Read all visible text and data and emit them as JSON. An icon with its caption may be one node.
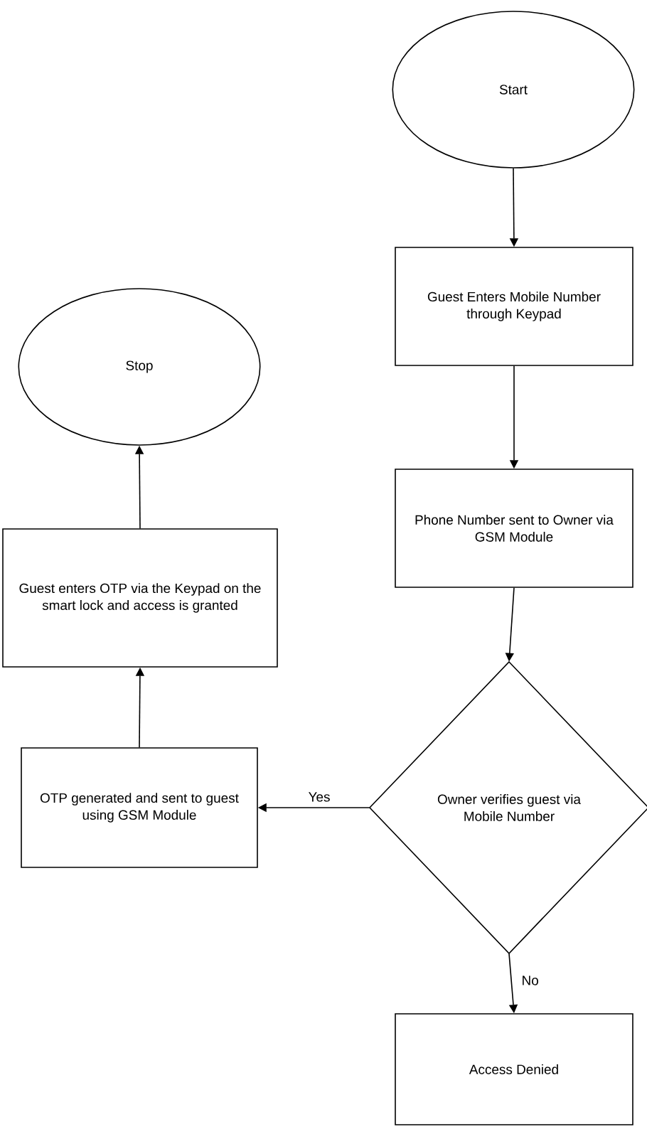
{
  "diagram": {
    "nodes": [
      {
        "text": [
          "Start"
        ]
      },
      {
        "text": [
          "Guest Enters Mobile Number through Keypad"
        ]
      },
      {
        "text": [
          "Phone Number sent to Owner via GSM Module"
        ]
      },
      {
        "text": [
          "Owner verifies guest via Mobile Number"
        ]
      },
      {
        "text": [
          "OTP generated and sent to guest using GSM Module"
        ]
      },
      {
        "text": [
          "Guest enters OTP via the Keypad on the smart lock and access is granted"
        ]
      },
      {
        "text": [
          "Stop"
        ]
      },
      {
        "text": [
          "Access Denied"
        ]
      }
    ],
    "edges": [
      {
        "from": 0,
        "to": 1,
        "arrow": "to"
      },
      {
        "from": 1,
        "to": 2,
        "arrow": "to"
      },
      {
        "from": 2,
        "to": 3,
        "arrow": "to"
      },
      {
        "from": 3,
        "to": 4,
        "arrow": "to",
        "label": "Yes"
      },
      {
        "from": 4,
        "to": 5,
        "arrow": "to"
      },
      {
        "from": 5,
        "to": 6,
        "arrow": "to"
      },
      {
        "from": 3,
        "to": 7,
        "arrow": "to",
        "label": "No"
      }
    ]
  }
}
